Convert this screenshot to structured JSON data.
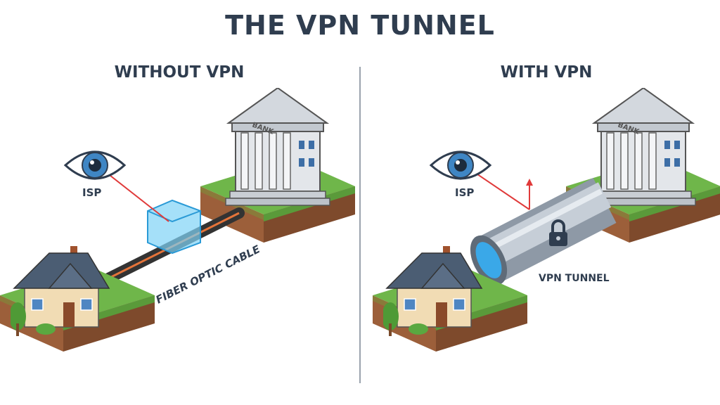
{
  "title": "THE VPN TUNNEL",
  "left_panel": {
    "heading": "WITHOUT VPN",
    "isp_label": "ISP",
    "bank_sign": "BANK",
    "cable_label": "FIBER OPTIC CABLE"
  },
  "right_panel": {
    "heading": "WITH VPN",
    "isp_label": "ISP",
    "bank_sign": "BANK",
    "tunnel_label": "VPN TUNNEL"
  },
  "colors": {
    "text": "#2f3d4f",
    "grass": "#6fb64a",
    "soil": "#9c5f3a",
    "spy_line": "#e03a3a",
    "eye_iris": "#3f86c4",
    "cube": "#7fd3f7",
    "pipe": "#aeb8c3"
  }
}
